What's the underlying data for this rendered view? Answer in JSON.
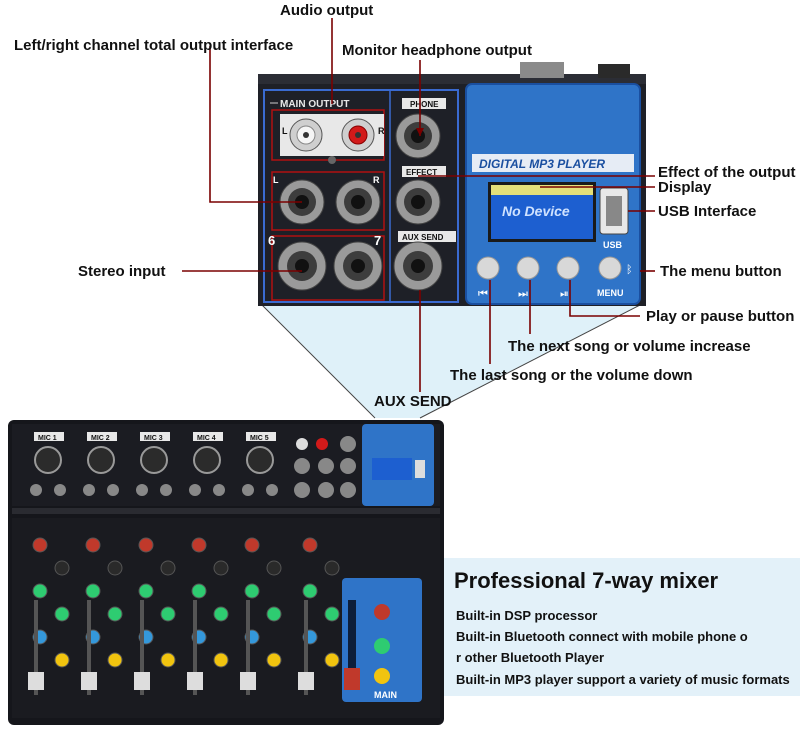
{
  "callouts": {
    "audio_output": "Audio output",
    "lr_output": "Left/right channel total output interface",
    "monitor": "Monitor headphone output",
    "effect_output": "Effect of the output",
    "display": "Display",
    "usb": "USB Interface",
    "stereo_input": "Stereo input",
    "menu_button": "The menu button",
    "play_pause": "Play or pause button",
    "next_song": "The next song or volume increase",
    "last_song": "The last song or the volume down",
    "aux_send": "AUX SEND"
  },
  "panel": {
    "main_output": "MAIN OUTPUT",
    "phone": "PHONE",
    "effect": "EFFECT",
    "aux_send": "AUX SEND",
    "mp3_title": "DIGITAL MP3 PLAYER",
    "lcd": "No Device",
    "usb": "USB",
    "menu": "MENU",
    "left": "L",
    "right": "R",
    "ch6": "6",
    "ch7": "7"
  },
  "mixer": {
    "channels": [
      "MIC 1",
      "MIC 2",
      "MIC 3",
      "MIC 4",
      "MIC 5"
    ],
    "main": "MAIN"
  },
  "promo": {
    "title": "Professional 7-way mixer",
    "lines": [
      "Built-in DSP processor",
      "Built-in Bluetooth connect with mobile phone o",
      "r other Bluetooth Player",
      "Built-in MP3 player support a variety of music formats"
    ]
  },
  "colors": {
    "panel_blue": "#2f74c8",
    "label_red": "#b01010",
    "lcd_blue": "#1d5fd0",
    "promo_bg": "#e3f1f9"
  }
}
